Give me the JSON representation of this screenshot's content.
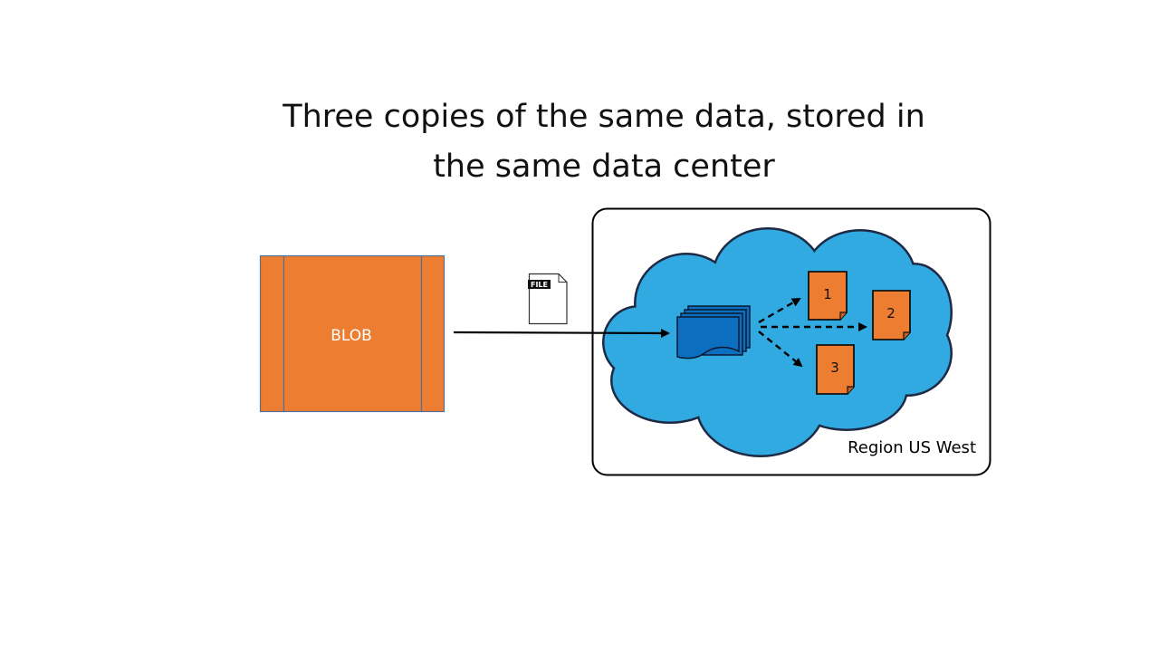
{
  "title": {
    "line1": "Three copies of the same data, stored in",
    "line2": "the same data center"
  },
  "blob": {
    "label": "BLOB"
  },
  "file_icon": {
    "label": "FILE"
  },
  "region": {
    "label": "Region US West"
  },
  "replicas": [
    {
      "label": "1"
    },
    {
      "label": "2"
    },
    {
      "label": "3"
    }
  ],
  "colors": {
    "blob_fill": "#ED7D31",
    "blob_border": "#4F6F9A",
    "cloud_fill": "#31A9E1",
    "cloud_stroke": "#1E2A44",
    "source_doc_fill": "#0B6EBF",
    "replica_fill": "#ED7D31",
    "region_border": "#000000"
  }
}
